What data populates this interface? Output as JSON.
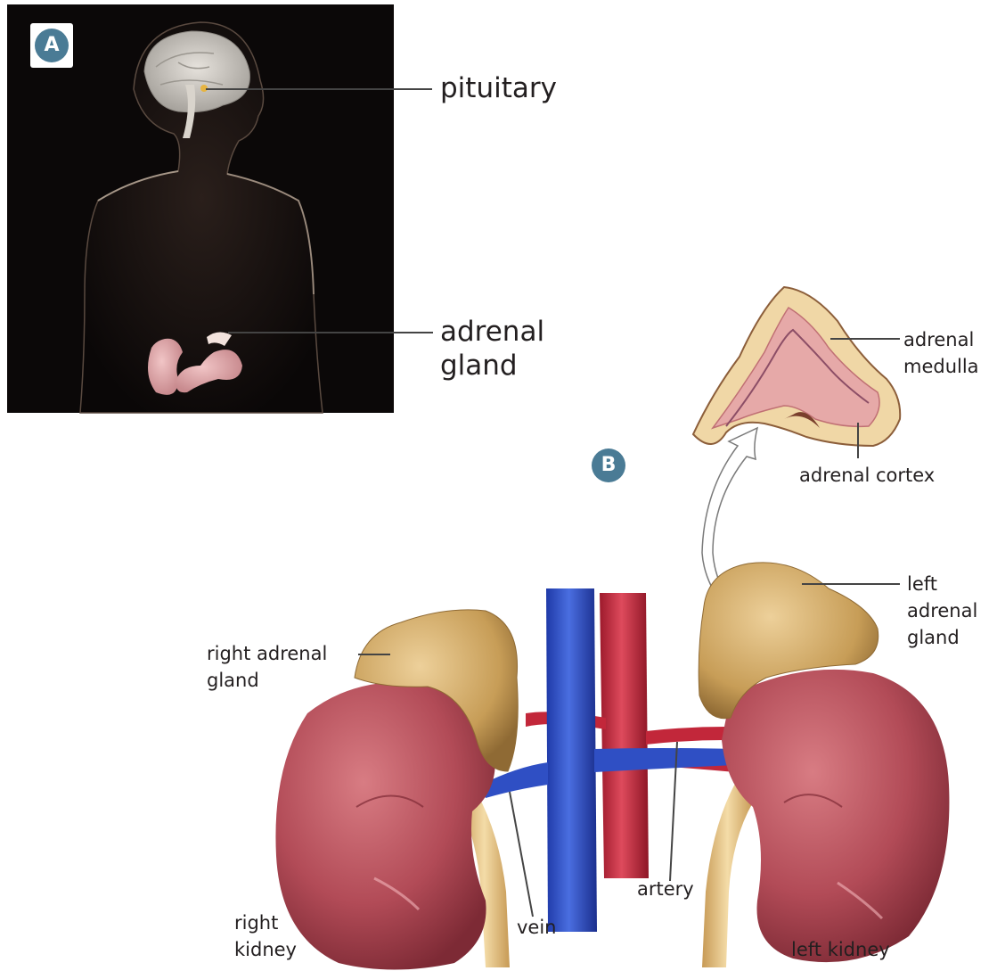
{
  "panel_a": {
    "badge": "A",
    "labels": {
      "pituitary": "pituitary",
      "adrenal_gland": "adrenal\ngland"
    }
  },
  "panel_b": {
    "badge": "B",
    "labels": {
      "adrenal_medulla": "adrenal\nmedulla",
      "adrenal_cortex": "adrenal cortex",
      "left_adrenal_gland": "left adrenal\ngland",
      "right_adrenal_gland": "right adrenal\ngland",
      "right_kidney": "right\nkidney",
      "vein": "vein",
      "artery": "artery",
      "left_kidney": "left kidney"
    }
  },
  "colors": {
    "badge": "#4a7b95",
    "kidney": "#b5505a",
    "adrenal": "#c9a05a",
    "vein": "#2f4fc4",
    "artery": "#c2273a",
    "ureter": "#e5c17e"
  }
}
